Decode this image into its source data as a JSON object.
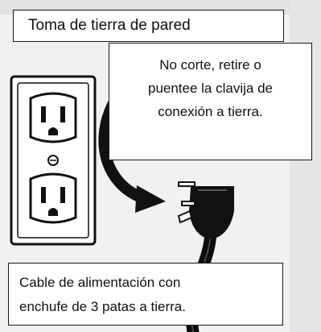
{
  "title": "Toma de tierra de pared",
  "warning": {
    "lines": [
      "No corte, retire o",
      "puentee la clavija de",
      "conexión a tierra."
    ]
  },
  "cable_note": {
    "lines": [
      "Cable de alimentación con",
      "enchufe de 3 patas a tierra."
    ]
  },
  "colors": {
    "wall": "#f1f1f1",
    "wall_shadow": "#dcdcdc",
    "ink": "#111111",
    "cord": "#0d0d0d",
    "callout_fill": "#ffffff",
    "callout_border": "#1a1a1a"
  }
}
